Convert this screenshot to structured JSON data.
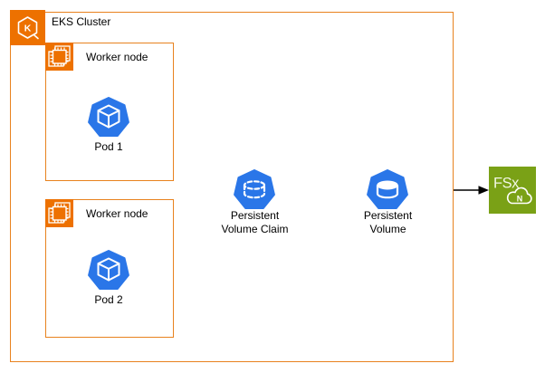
{
  "diagram": {
    "cluster": {
      "label": "EKS Cluster",
      "icon_letter": "K"
    },
    "worker_node_1": {
      "label": "Worker node",
      "pod_label": "Pod 1"
    },
    "worker_node_2": {
      "label": "Worker node",
      "pod_label": "Pod 2"
    },
    "pvc": {
      "label_line1": "Persistent",
      "label_line2": "Volume Claim"
    },
    "pv": {
      "label_line1": "Persistent",
      "label_line2": "Volume"
    },
    "fsx": {
      "label": "FSx",
      "cloud_letter": "N"
    },
    "colors": {
      "aws_orange": "#ED7100",
      "border_orange": "#E8821E",
      "kubernetes_blue": "#2A76E8",
      "fsx_green": "#7AA116",
      "connector_black": "#000000"
    }
  }
}
